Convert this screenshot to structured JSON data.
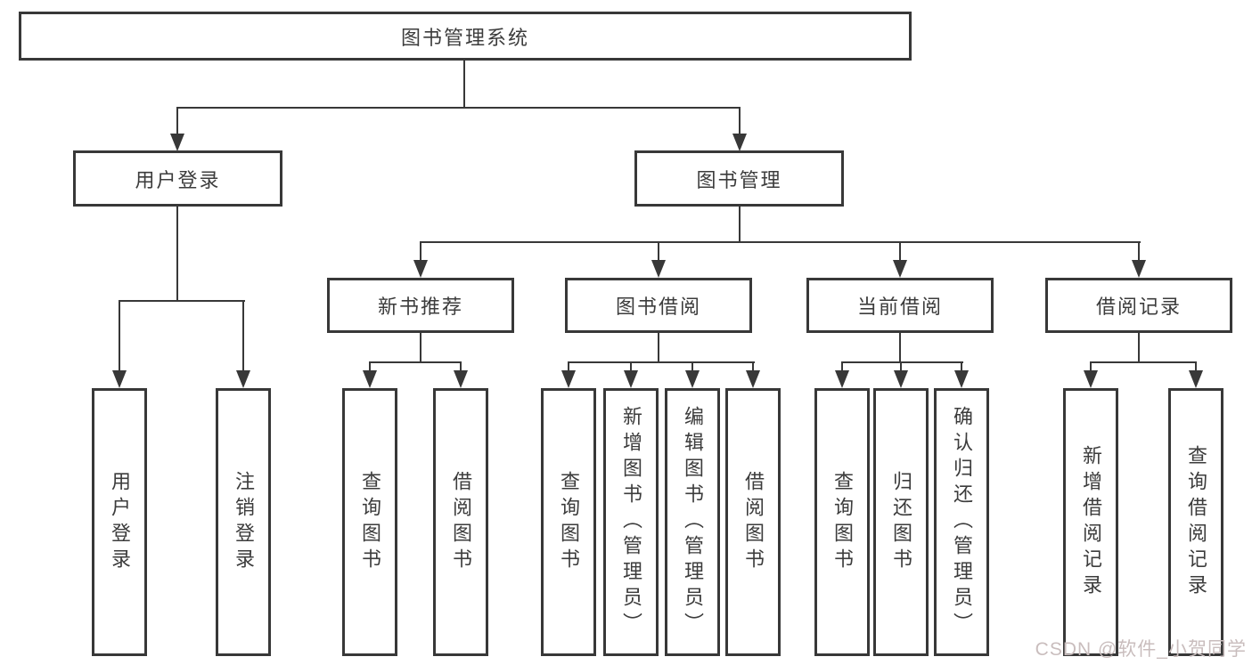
{
  "tree": {
    "root": {
      "label": "图书管理系统"
    },
    "branches": [
      {
        "label": "用户登录",
        "children": [
          {
            "label": "用户登录"
          },
          {
            "label": "注销登录"
          }
        ]
      },
      {
        "label": "图书管理",
        "children": [
          {
            "label": "新书推荐",
            "children": [
              {
                "label": "查询图书"
              },
              {
                "label": "借阅图书"
              }
            ]
          },
          {
            "label": "图书借阅",
            "children": [
              {
                "label": "查询图书"
              },
              {
                "label": "新增图书（管理员）"
              },
              {
                "label": "编辑图书（管理员）"
              },
              {
                "label": "借阅图书"
              }
            ]
          },
          {
            "label": "当前借阅",
            "children": [
              {
                "label": "查询图书"
              },
              {
                "label": "归还图书"
              },
              {
                "label": "确认归还（管理员）"
              }
            ]
          },
          {
            "label": "借阅记录",
            "children": [
              {
                "label": "新增借阅记录"
              },
              {
                "label": "查询借阅记录"
              }
            ]
          }
        ]
      }
    ]
  },
  "watermark": {
    "text": "CSDN @软件_小贺同学"
  },
  "colors": {
    "line": "#383838",
    "text": "#3c3c3c",
    "watermark": "#c9bdbd",
    "background": "#ffffff"
  }
}
